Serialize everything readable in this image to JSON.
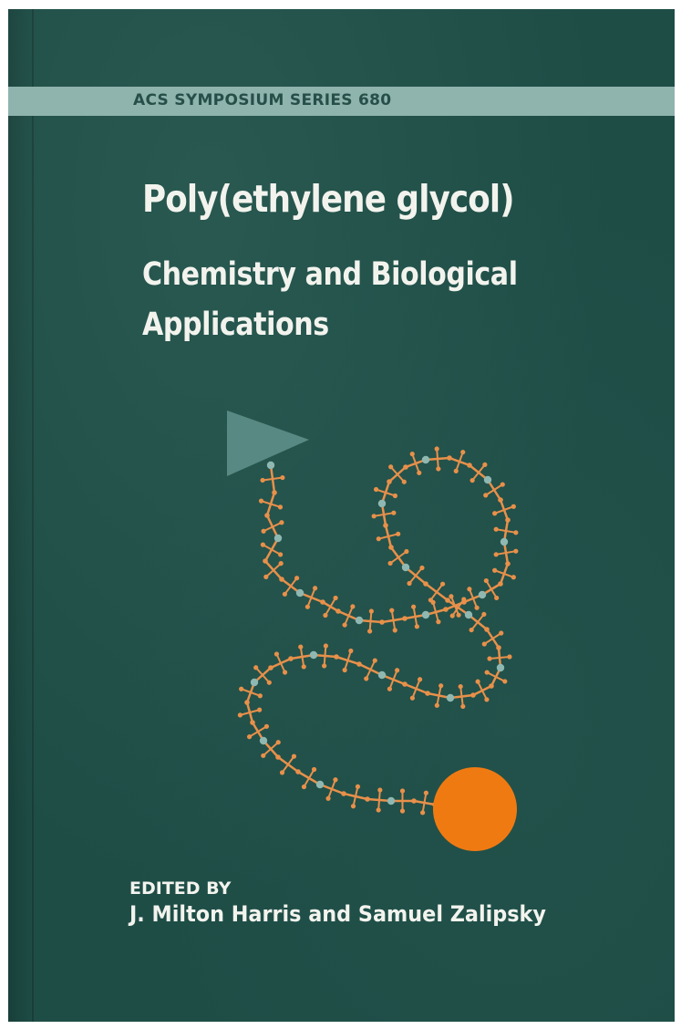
{
  "series": {
    "label": "ACS SYMPOSIUM SERIES 680"
  },
  "title": {
    "main": "Poly(ethylene glycol)",
    "line2": "Chemistry and Biological",
    "line3": "Applications"
  },
  "editors": {
    "label": "EDITED BY",
    "names": "J. Milton Harris and Samuel Zalipsky"
  },
  "colors": {
    "cover": "#1e4d46",
    "band": "#8fb3ad",
    "bond": "#e8904a",
    "atom": "#8fb8b2",
    "ball": "#f07a12"
  }
}
